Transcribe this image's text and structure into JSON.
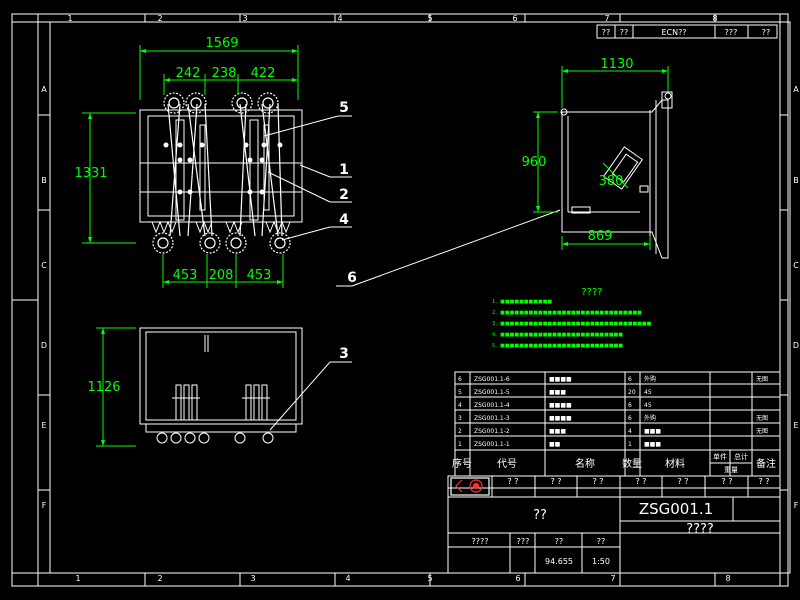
{
  "colors": {
    "background": "#000000",
    "frame": "#ffffff",
    "dimension": "#00ff00",
    "leader": "#ffffff",
    "table": "#ffffff",
    "notes": "#00ff00"
  },
  "zones": {
    "top": [
      "1",
      "2",
      "3",
      "4",
      "5",
      "6",
      "7",
      "8"
    ],
    "bottom": [
      "1",
      "2",
      "3",
      "4",
      "5",
      "6",
      "7",
      "8"
    ],
    "left": [
      "A",
      "B",
      "C",
      "D",
      "E",
      "F"
    ],
    "right": [
      "A",
      "B",
      "C",
      "D",
      "E",
      "F"
    ]
  },
  "revision_block": {
    "col1": "??",
    "col2": "??",
    "ecn": "ECN??",
    "col4": "???",
    "col5": "??"
  },
  "front_view": {
    "overall_width": "1569",
    "pitch1": "242",
    "pitch2": "238",
    "pitch3": "422",
    "height": "1331",
    "bottom1": "453",
    "bottom2": "208",
    "bottom3": "453"
  },
  "side_view": {
    "width": "1130",
    "height": "960",
    "angle": "380",
    "base_width": "869"
  },
  "bottom_view": {
    "height": "1126"
  },
  "balloons": [
    "5",
    "1",
    "2",
    "4",
    "6",
    "3"
  ],
  "notes": {
    "title": "????",
    "lines": [
      "1、■■■■■■■■■■■",
      "2、■■■■■■■■■■■■■■■■■■■■■■■■■■■■■■",
      "3、■■■■■■■■■■■■■■■■■■■■■■■■■■■■■■■■",
      "4、■■■■■■■■■■■■■■■■■■■■■■■■■■",
      "5、■■■■■■■■■■■■■■■■■■■■■■■■■■"
    ]
  },
  "bom": {
    "rows": [
      {
        "no": "6",
        "code": "ZSG001.1-6",
        "name": "■■■■",
        "qty": "6",
        "material": "外购",
        "note": "无图"
      },
      {
        "no": "5",
        "code": "ZSG001.1-5",
        "name": "■■■",
        "qty": "20",
        "material": "45",
        "note": ""
      },
      {
        "no": "4",
        "code": "ZSG001.1-4",
        "name": "■■■■",
        "qty": "6",
        "material": "45",
        "note": ""
      },
      {
        "no": "3",
        "code": "ZSG001.1-3",
        "name": "■■■■",
        "qty": "6",
        "material": "外购",
        "note": "无图"
      },
      {
        "no": "2",
        "code": "ZSG001.1-2",
        "name": "■■■",
        "qty": "4",
        "material": "■■■",
        "note": "无图"
      },
      {
        "no": "1",
        "code": "ZSG001.1-1",
        "name": "■■",
        "qty": "1",
        "material": "■■■",
        "note": ""
      }
    ],
    "headers": {
      "no": "序号",
      "code": "代号",
      "name": "名称",
      "qty": "数量",
      "material": "材料",
      "unit": "单件",
      "total": "总计",
      "weight": "重量",
      "note": "备注"
    }
  },
  "title_block": {
    "sign_cells": [
      "? ?",
      "? ?",
      "? ?",
      "? ?",
      "? ?",
      "? ?",
      "? ?"
    ],
    "drawing_no": "ZSG001.1",
    "drawing_name": "????",
    "company": "??",
    "label1": "????",
    "label2": "???",
    "label3": "??",
    "label4": "??",
    "weight": "94.655",
    "scale": "1:50"
  }
}
